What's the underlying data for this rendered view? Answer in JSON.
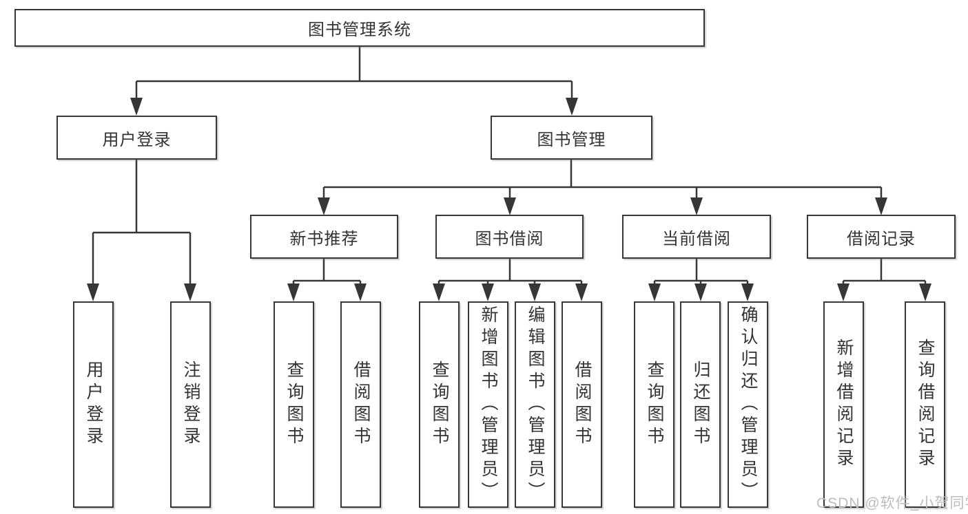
{
  "watermark": "CSDN @软件_小贺同学",
  "colors": {
    "line": "#363636",
    "box_border": "#363636",
    "box_fill": "#ffffff",
    "text": "#333333",
    "watermark": "#bdbdbd",
    "background": "#ffffff"
  },
  "tree": {
    "label": "图书管理系统",
    "children": [
      {
        "label": "用户登录",
        "children": [
          {
            "label": "用户登录"
          },
          {
            "label": "注销登录"
          }
        ]
      },
      {
        "label": "图书管理",
        "children": [
          {
            "label": "新书推荐",
            "children": [
              {
                "label": "查询图书"
              },
              {
                "label": "借阅图书"
              }
            ]
          },
          {
            "label": "图书借阅",
            "children": [
              {
                "label": "查询图书"
              },
              {
                "label": "新增图书（管理员）"
              },
              {
                "label": "编辑图书（管理员）"
              },
              {
                "label": "借阅图书"
              }
            ]
          },
          {
            "label": "当前借阅",
            "children": [
              {
                "label": "查询图书"
              },
              {
                "label": "归还图书"
              },
              {
                "label": "确认归还（管理员）"
              }
            ]
          },
          {
            "label": "借阅记录",
            "children": [
              {
                "label": "新增借阅记录"
              },
              {
                "label": "查询借阅记录"
              }
            ]
          }
        ]
      }
    ]
  }
}
